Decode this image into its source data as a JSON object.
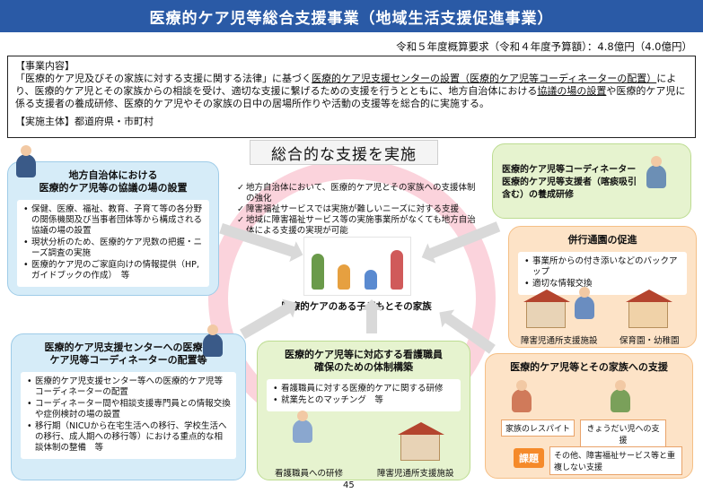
{
  "title": "医療的ケア児等総合支援事業（地域生活支援促進事業）",
  "budget": "令和５年度概算要求（令和４年度予算額）：4.8億円（4.0億円）",
  "overview": {
    "h1": "【事業内容】",
    "p1a": "「医療的ケア児及びその家族に対する支援に関する法律」に基づく",
    "p1b": "医療的ケア児支援センターの設置（医療的ケア児等コーディネーターの配置）",
    "p1c": "により、医療的ケア児とその家族からの相談を受け、適切な支援に繋げるための支援を行うとともに、地方自治体における",
    "p1d": "協議の場の設置",
    "p1e": "や医療的ケア児に係る支援者の養成研修、医療的ケア児やその家族の日中の居場所作りや活動の支援等を総合的に実施する。",
    "h2": "【実施主体】都道府県・市町村"
  },
  "center": {
    "heading": "総合的な支援を実施",
    "points": [
      "地方自治体において、医療的ケア児とその家族への支援体制の強化",
      "障害福祉サービスでは実施が難しいニーズに対する支援",
      "地域に障害福祉サービス等の実施事業所がなくても地方自治体による支援の実現が可能"
    ],
    "family_label": "医療的ケアのある子どもとその家族"
  },
  "left_top": {
    "title": "地方自治体における\n医療的ケア児等の協議の場の設置",
    "items": [
      "保健、医療、福祉、教育、子育て等の各分野の関係機関及び当事者団体等から構成される協議の場の設置",
      "現状分析のため、医療的ケア児数の把握・ニーズ調査の実施",
      "医療的ケア児のご家庭向けの情報提供（HP,ガイドブックの作成）　等"
    ]
  },
  "left_bottom": {
    "title": "医療的ケア児支援センターへの医療的\nケア児等コーディネーターの配置等",
    "items": [
      "医療的ケア児支援センター等への医療的ケア児等コーディネーターの配置",
      "コーディネーター間や相談支援専門員との情報交換や症例検討の場の設置",
      "移行期（NICUから在宅生活への移行、学校生活への移行、成人期への移行等）における重点的な相談体制の整備　等"
    ]
  },
  "right_top": {
    "title": "医療的ケア児等コーディネーター\n医療的ケア児等支援者（喀痰吸引含む）の養成研修"
  },
  "right_mid": {
    "title": "併行通園の促進",
    "items": [
      "事業所からの付き添いなどのバックアップ",
      "適切な情報交換"
    ],
    "cap1": "障害児通所支援施設",
    "cap2": "保育園・幼稚園"
  },
  "right_bottom": {
    "title": "医療的ケア児等とその家族への支援",
    "tag1": "家族のレスパイト",
    "tag2": "きょうだい児への支援",
    "kadai": "課題",
    "note": "その他、障害福祉サービス等と重複しない支援"
  },
  "bottom_mid": {
    "title": "医療的ケア児等に対応する看護職員\n確保のための体制構築",
    "items": [
      "看護職員に対する医療的ケアに関する研修",
      "就業先とのマッチング　等"
    ],
    "cap1": "看護職員への研修",
    "cap2": "障害児通所支援施設"
  },
  "page_number": "45",
  "colors": {
    "title_bar": "#2a5aa6",
    "ring": "#fbd3dc",
    "blue_box": "#d6ecf8",
    "green_box": "#e6f3cf",
    "orange_box": "#fde3c7"
  }
}
